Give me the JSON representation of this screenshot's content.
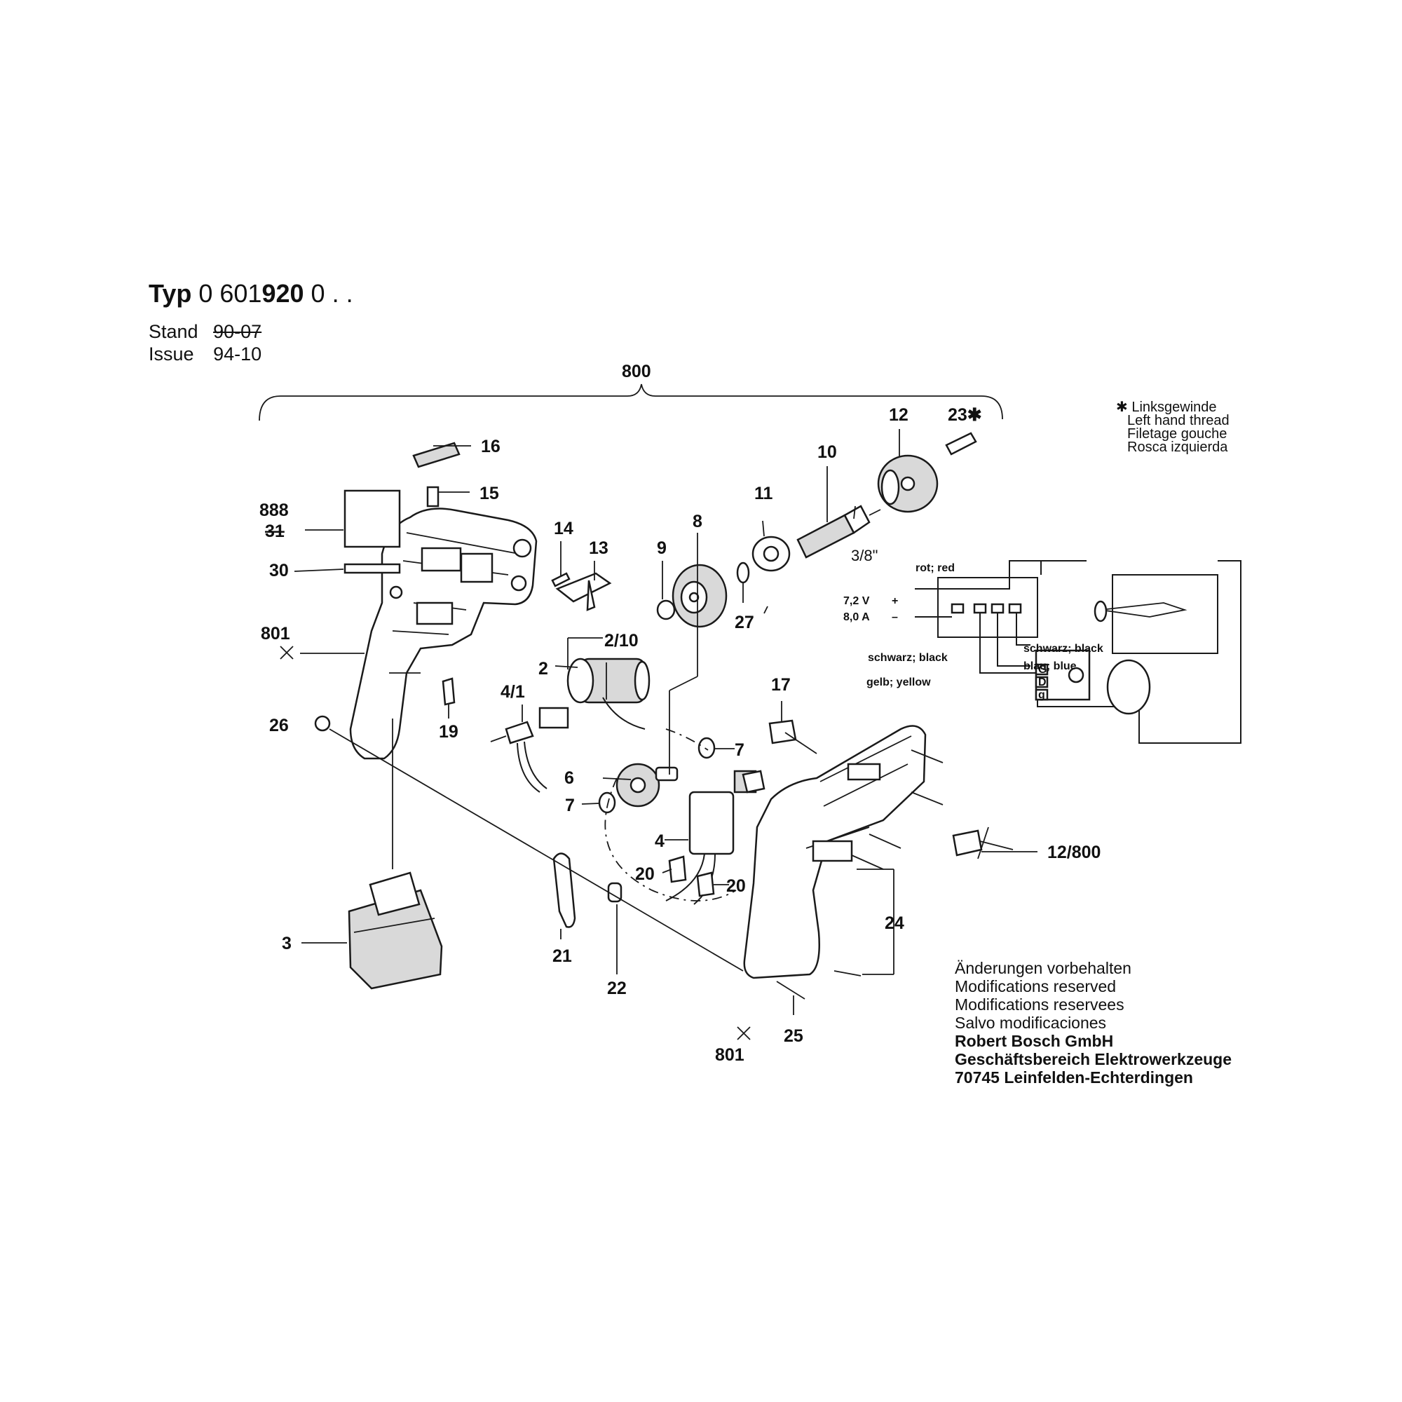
{
  "header": {
    "typ_label": "Typ",
    "typ_prefix": "0 601",
    "typ_bold": "920",
    "typ_suffix": "0 . .",
    "stand_label": "Stand",
    "stand_value": "90-07",
    "issue_label": "Issue",
    "issue_value": "94-10"
  },
  "thread_note": {
    "star": "✱",
    "lines": [
      "Linksgewinde",
      "Left hand thread",
      "Filetage gouche",
      "Rosca izquierda"
    ]
  },
  "part_labels": {
    "p800": "800",
    "p888": "888",
    "p31": "31",
    "p30": "30",
    "p801a": "801",
    "p801b": "801",
    "p26": "26",
    "p16": "16",
    "p15": "15",
    "p14": "14",
    "p13": "13",
    "p19": "19",
    "p2_10": "2/10",
    "p2": "2",
    "p4_1": "4/1",
    "p9": "9",
    "p8": "8",
    "p11": "11",
    "p10": "10",
    "p12": "12",
    "p23": "23✱",
    "p3_8": "3/8\"",
    "p27": "27",
    "p6": "6",
    "p7a": "7",
    "p7b": "7",
    "p4": "4",
    "p20a": "20",
    "p20b": "20",
    "p17": "17",
    "p3": "3",
    "p21": "21",
    "p22": "22",
    "p24": "24",
    "p25": "25",
    "p12_800": "12/800"
  },
  "wiring": {
    "red": "rot; red",
    "voltage": "7,2 V",
    "current": "8,0 A",
    "plus": "+",
    "minus": "–",
    "black_left": "schwarz; black",
    "black_right": "schwarz; black",
    "blue": "blau; blue",
    "yellow": "gelb; yellow",
    "pin_g": "G",
    "pin_d": "D",
    "pin_g2": "g"
  },
  "footer": {
    "lines": [
      "Änderungen vorbehalten",
      "Modifications reserved",
      "Modifications reservees",
      "Salvo modificaciones"
    ],
    "company": "Robert Bosch GmbH",
    "division": "Geschäftsbereich Elektrowerkzeuge",
    "address": "70745 Leinfelden-Echterdingen"
  }
}
